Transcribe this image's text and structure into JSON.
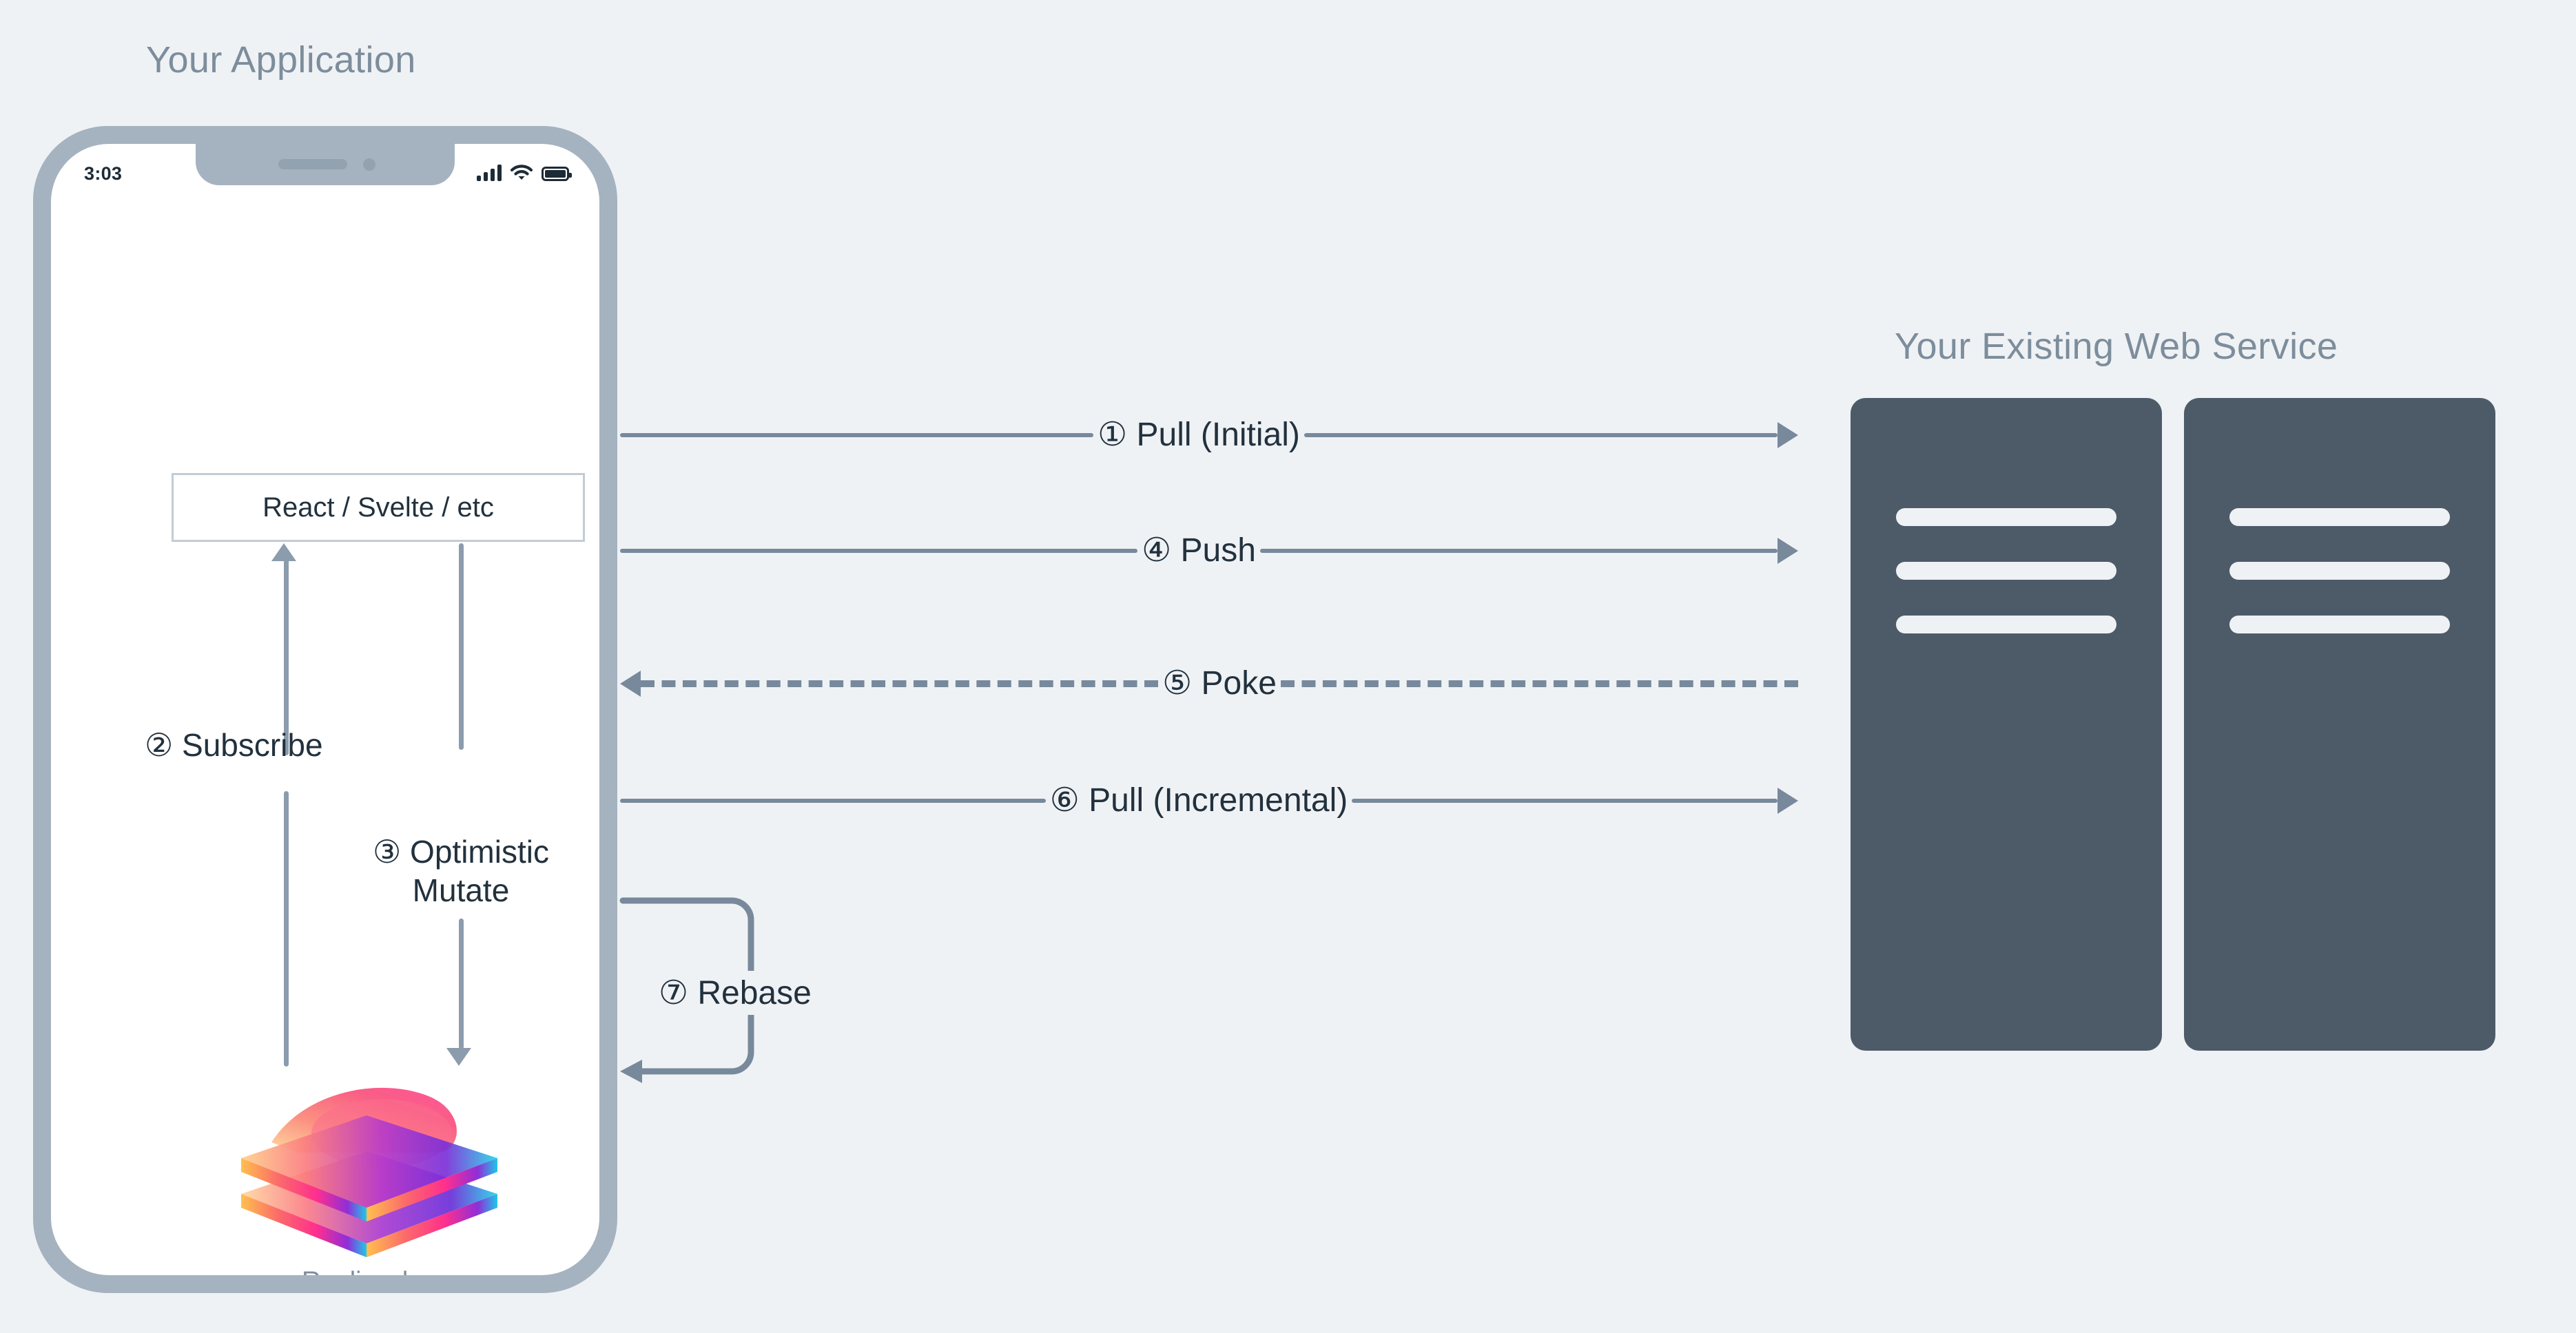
{
  "background_color": "#eff2f5",
  "app": {
    "title": "Your Application",
    "phone": {
      "status_bar": {
        "time": "3:03",
        "icons": [
          "cellular-signal-icon",
          "wifi-icon",
          "battery-icon"
        ]
      },
      "framework_box_label": "React / Svelte / etc",
      "internal_flows": [
        {
          "num": "2",
          "label": "② Subscribe",
          "direction": "up"
        },
        {
          "num": "3",
          "label": "③ Optimistic\nMutate",
          "direction": "down"
        }
      ],
      "storage": {
        "name": "Replicache",
        "logo": "replicache-layers-logo"
      }
    }
  },
  "service": {
    "title": "Your Existing Web Service",
    "racks": [
      {
        "bars": 3
      },
      {
        "bars": 3
      }
    ]
  },
  "flows": [
    {
      "num": "1",
      "label": "① Pull (Initial)",
      "direction": "right",
      "style": "solid"
    },
    {
      "num": "4",
      "label": "④ Push",
      "direction": "right",
      "style": "solid"
    },
    {
      "num": "5",
      "label": "⑤ Poke",
      "direction": "left",
      "style": "dashed"
    },
    {
      "num": "6",
      "label": "⑥ Pull (Incremental)",
      "direction": "right",
      "style": "solid"
    },
    {
      "num": "7",
      "label": "⑦ Rebase",
      "direction": "loop",
      "style": "solid"
    }
  ],
  "colors": {
    "background": "#eff2f5",
    "title_text": "#7d8d9c",
    "label_text": "#22313d",
    "arrow": "#78899c",
    "phone_frame": "#a5b3c0",
    "phone_screen": "#ffffff",
    "server": "#4d5b68",
    "server_bar": "#eff2f5",
    "box_border": "#c2ccd6"
  }
}
